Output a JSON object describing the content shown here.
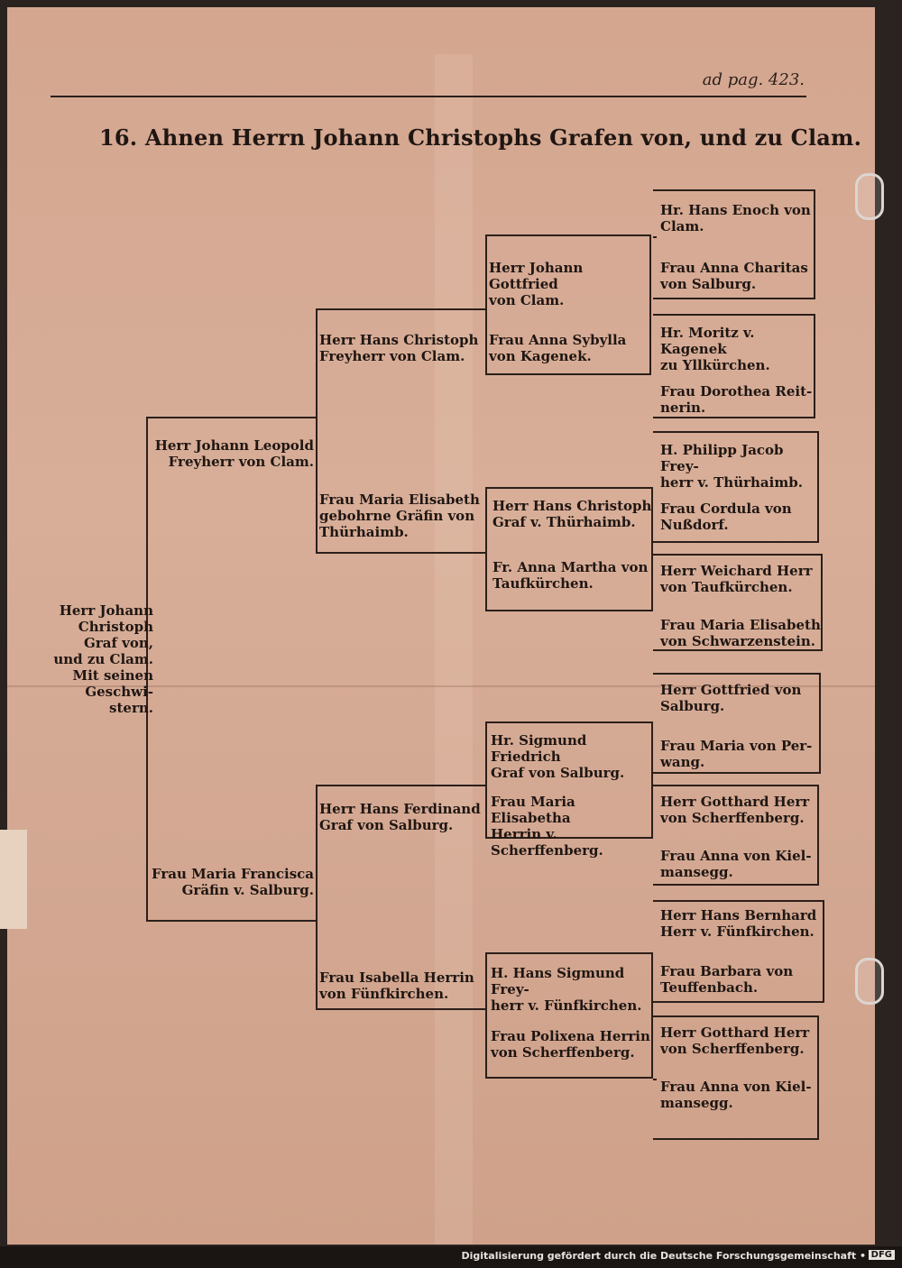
{
  "header": {
    "page_ref": "ad pag. 423.",
    "title": "16. Ahnen Herrn Johann Christophs Grafen von, und zu Clam."
  },
  "gen1": {
    "subject": "Herr Johann\nChristoph\nGraf von,\nund zu Clam.\nMit seinen\nGeschwi-\nstern."
  },
  "gen2": {
    "father": "Herr Johann Leopold\nFreyherr von Clam.",
    "mother": "Frau Maria Francisca\nGräfin v. Salburg."
  },
  "gen3": {
    "p1": "Herr Hans Christoph\nFreyherr von Clam.",
    "p2": "Frau Maria Elisabeth\ngebohrne Gräfin von\nThürhaimb.",
    "p3": "Herr Hans Ferdinand\nGraf von Salburg.",
    "p4": "Frau Isabella Herrin\nvon Fünfkirchen."
  },
  "gen4": {
    "p1": "Herr Johann Gottfried\nvon Clam.",
    "p2": "Frau Anna Sybylla\nvon Kagenek.",
    "p3": "Herr Hans Christoph\nGraf v. Thürhaimb.",
    "p4": "Fr. Anna Martha von\nTaufkürchen.",
    "p5": "Hr. Sigmund Friedrich\nGraf von Salburg.",
    "p6": "Frau Maria Elisabetha\nHerrin v. Scherffenberg.",
    "p7": "H. Hans Sigmund Frey-\nherr v. Fünfkirchen.",
    "p8": "Frau Polixena Herrin\nvon Scherffenberg."
  },
  "gen5": {
    "p1": "Hr. Hans Enoch von\nClam.",
    "p2": "Frau Anna Charitas\nvon Salburg.",
    "p3": "Hr. Moritz v. Kagenek\nzu Yllkürchen.",
    "p4": "Frau Dorothea Reit-\nnerin.",
    "p5": "H. Philipp Jacob Frey-\nherr v. Thürhaimb.",
    "p6": "Frau Cordula von\nNußdorf.",
    "p7": "Herr Weichard Herr\nvon Taufkürchen.",
    "p8": "Frau Maria Elisabeth\nvon Schwarzenstein.",
    "p9": "Herr Gottfried von\nSalburg.",
    "p10": "Frau Maria von Per-\nwang.",
    "p11": "Herr Gotthard Herr\nvon Scherffenberg.",
    "p12": "Frau Anna von Kiel-\nmansegg.",
    "p13": "Herr Hans Bernhard\nHerr v. Fünfkirchen.",
    "p14": "Frau Barbara von\nTeuffenbach.",
    "p15": "Herr Gotthard Herr\nvon Scherffenberg.",
    "p16": "Frau Anna von Kiel-\nmansegg."
  },
  "footer": {
    "text": "Digitalisierung gefördert durch die Deutsche Forschungsgemeinschaft •",
    "logo": "DFG"
  }
}
